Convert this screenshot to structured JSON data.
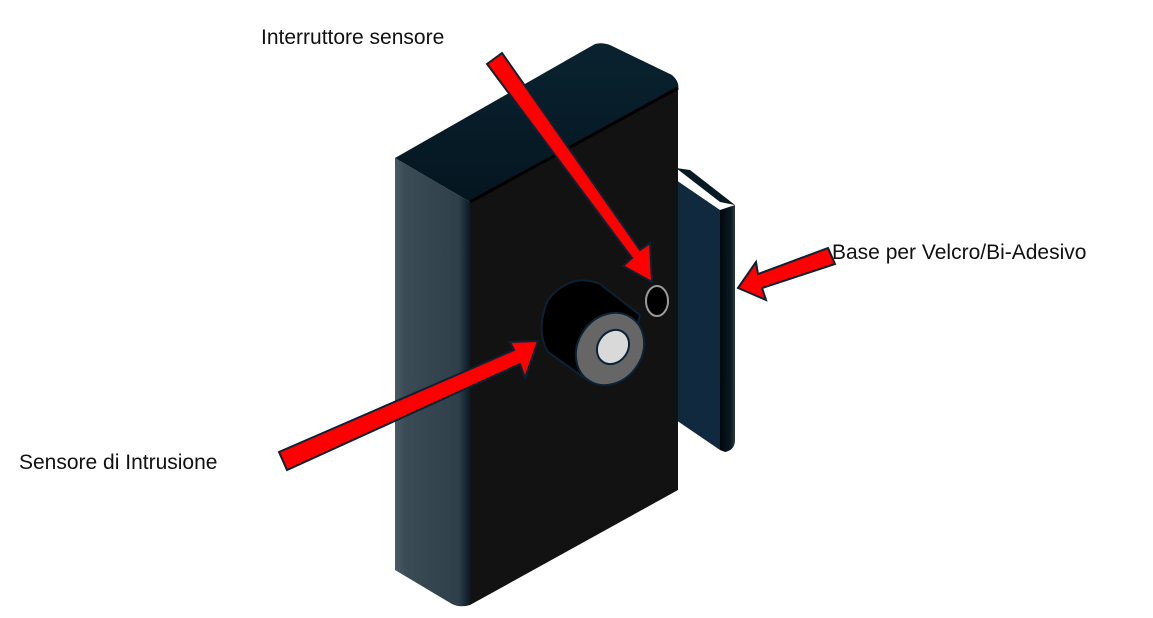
{
  "diagram": {
    "subject": "intrusion sensor device (isometric view)",
    "labels": {
      "switch": "Interruttore sensore",
      "base": "Base per Velcro/Bi-Adesivo",
      "sensor": "Sensore di Intrusione"
    },
    "colors": {
      "arrow_fill": "#ff0000",
      "arrow_outline": "#0b2233",
      "body_front": "#121212",
      "body_top": "#061a24",
      "body_side": "#34454f",
      "base_plate": "#10293f",
      "lens_ring": "#666666",
      "lens_center": "#d9d9d9",
      "text": "#111111"
    }
  }
}
